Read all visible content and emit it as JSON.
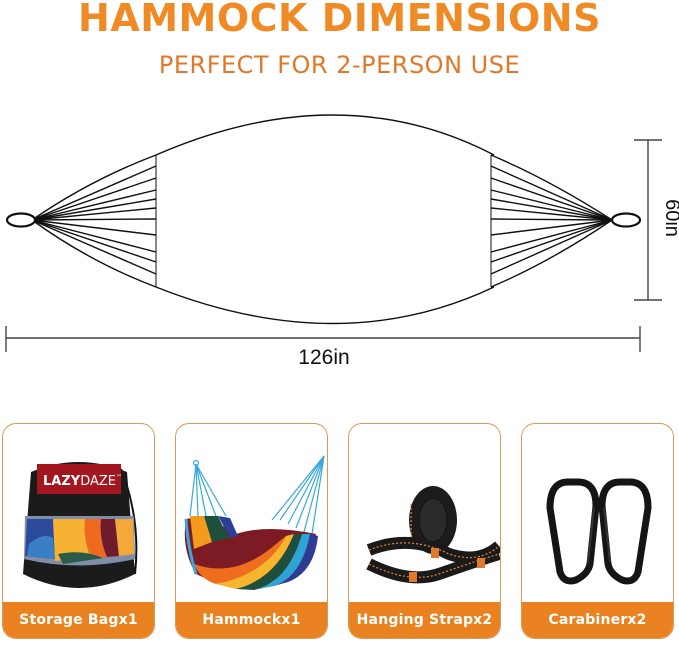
{
  "header": {
    "title": "HAMMOCK DIMENSIONS",
    "subtitle": "PERFECT FOR 2-PERSON USE"
  },
  "dimensions": {
    "width_label": "126in",
    "height_label": "60in"
  },
  "items": [
    {
      "label": "Storage Bagx1",
      "brand_text": "LAZYDAZE",
      "brand_mark": "™"
    },
    {
      "label": "Hammockx1"
    },
    {
      "label": "Hanging Strapx2"
    },
    {
      "label": "Carabinerx2"
    }
  ],
  "colors": {
    "accent": "#f08a24",
    "label_band": "#ea8222",
    "card_border": "#d99a55",
    "line": "#111111"
  }
}
